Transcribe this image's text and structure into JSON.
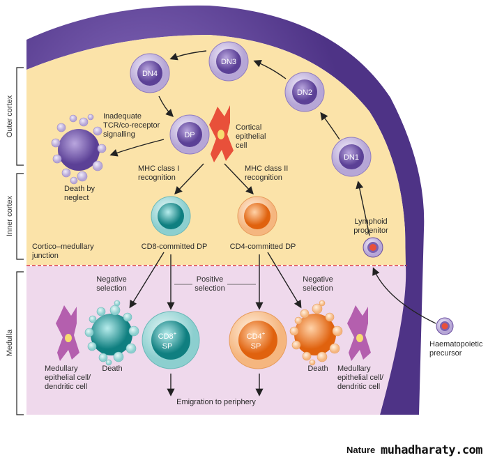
{
  "colors": {
    "capsule": "#6a4fa0",
    "cortex": "#fbe3a9",
    "medulla": "#efd9ec",
    "junction_line": "#d9363e",
    "dn_cell": "#7b62b0",
    "cd8": "#1f9a9a",
    "cd4": "#f07a22",
    "epithelial_cortical": "#e8503a",
    "epithelial_medullary": "#b45fae"
  },
  "regions": {
    "outer_cortex": "Outer cortex",
    "inner_cortex": "Inner cortex",
    "medulla": "Medulla"
  },
  "cells": {
    "dn1": "DN1",
    "dn2": "DN2",
    "dn3": "DN3",
    "dn4": "DN4",
    "dp": "DP",
    "cd8_sp": [
      "CD8",
      "+",
      "SP"
    ],
    "cd4_sp": [
      "CD4",
      "+",
      "SP"
    ]
  },
  "labels": {
    "inadequate": [
      "Inadequate",
      "TCR/co-receptor",
      "signalling"
    ],
    "death_by_neglect": [
      "Death by",
      "neglect"
    ],
    "cortical_epithelial": [
      "Cortical",
      "epithelial",
      "cell"
    ],
    "mhc1": [
      "MHC class I",
      "recognition"
    ],
    "mhc2": [
      "MHC class II",
      "recognition"
    ],
    "lymphoid": [
      "Lymphoid",
      "progenitor"
    ],
    "junction": [
      "Cortico–medullary",
      "junction"
    ],
    "cd8_dp": "CD8-committed DP",
    "cd4_dp": "CD4-committed DP",
    "neg_left": [
      "Negative",
      "selection"
    ],
    "neg_right": [
      "Negative",
      "selection"
    ],
    "positive": [
      "Positive",
      "selection"
    ],
    "death_left": "Death",
    "death_right": "Death",
    "medullary_left": [
      "Medullary",
      "epithelial cell/",
      "dendritic cell"
    ],
    "medullary_right": [
      "Medullary",
      "epithelial cell/",
      "dendritic cell"
    ],
    "haematopoietic": [
      "Haematopoietic",
      "precursor"
    ],
    "emigration": "Emigration to periphery"
  },
  "footer": {
    "source": "Nature",
    "site": "muhadharaty.com"
  }
}
